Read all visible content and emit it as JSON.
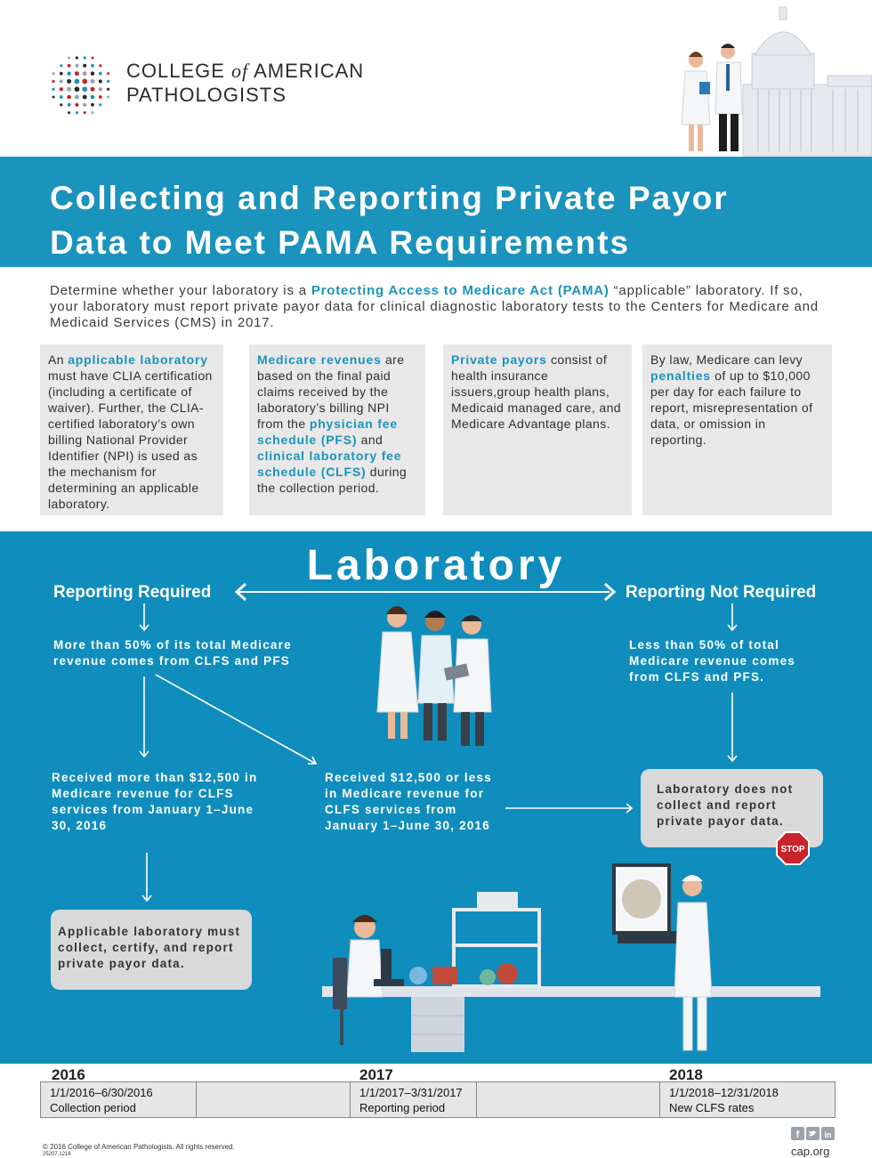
{
  "header": {
    "org_line1_a": "COLLEGE ",
    "org_line1_of": "of",
    "org_line1_b": " AMERICAN",
    "org_line2": "PATHOLOGISTS"
  },
  "title": {
    "line1": "Collecting and Reporting Private Payor",
    "line2": "Data to Meet PAMA Requirements"
  },
  "intro": {
    "pre": "Determine whether your laboratory is a ",
    "highlight": "Protecting Access to Medicare Act (PAMA)",
    "post": " “applicable” laboratory. If so, your laboratory must report private payor data for clinical diagnostic laboratory tests to the Centers for Medicare and Medicaid Services (CMS) in 2017."
  },
  "cards": [
    {
      "pre": "An ",
      "hl1": "applicable laboratory",
      "mid": " must have CLIA certification (including a certificate of waiver). Further, the CLIA-certified laboratory’s own billing National Provider Identifier (NPI) is used as the mechanism for determining an applicable laboratory.",
      "hl2": "",
      "mid2": "",
      "hl3": "",
      "post": ""
    },
    {
      "pre": "",
      "hl1": "Medicare revenues",
      "mid": " are based on the final paid claims received by the laboratory’s billing NPI from the ",
      "hl2": "physician fee schedule (PFS)",
      "mid2": " and ",
      "hl3": "clinical laboratory fee schedule (CLFS)",
      "post": " during the collection period."
    },
    {
      "pre": "",
      "hl1": "Private payors",
      "mid": " consist of health insurance issuers,group health plans, Medicaid managed care, and Medicare Advantage plans.",
      "hl2": "",
      "mid2": "",
      "hl3": "",
      "post": ""
    },
    {
      "pre": "By law, Medicare can levy ",
      "hl1": "penalties",
      "mid": " of up to $10,000 per day for each failure to report, misrepresentation of data, or omission in reporting.",
      "hl2": "",
      "mid2": "",
      "hl3": "",
      "post": ""
    }
  ],
  "flow": {
    "title": "Laboratory",
    "left_heading": "Reporting Required",
    "right_heading": "Reporting Not Required",
    "left_criteria": "More than 50% of its total Medicare revenue comes from CLFS and PFS",
    "right_criteria": "Less than 50% of total Medicare revenue comes from CLFS and PFS.",
    "more_than": "Received more than $12,500 in Medicare revenue for CLFS services from January 1–June 30, 2016",
    "less_than": "Received $12,500 or less in Medicare revenue for CLFS services from January 1–June 30, 2016",
    "not_collect": "Laboratory does not collect and report private payor data.",
    "applicable": "Applicable laboratory must collect, certify, and report private payor data.",
    "stop": "STOP"
  },
  "timeline": {
    "years": [
      "2016",
      "2017",
      "2018"
    ],
    "cells": [
      {
        "dates": "1/1/2016–6/30/2016",
        "label": "Collection period"
      },
      {
        "dates": "",
        "label": ""
      },
      {
        "dates": "1/1/2017–3/31/2017",
        "label": "Reporting  period"
      },
      {
        "dates": "",
        "label": ""
      },
      {
        "dates": "1/1/2018–12/31/2018",
        "label": "New CLFS rates"
      }
    ]
  },
  "footer": {
    "copyright": "© 2016 College of American Pathologists. All rights reserved.",
    "code": "25207.1216",
    "site": "cap.org",
    "social_icons": [
      "facebook-icon",
      "twitter-icon",
      "linkedin-icon"
    ]
  },
  "colors": {
    "brand_blue": "#1a93bd",
    "deep_blue": "#0f8dbd",
    "card_grey": "#e8e8e8",
    "stop_red": "#c8242b"
  }
}
